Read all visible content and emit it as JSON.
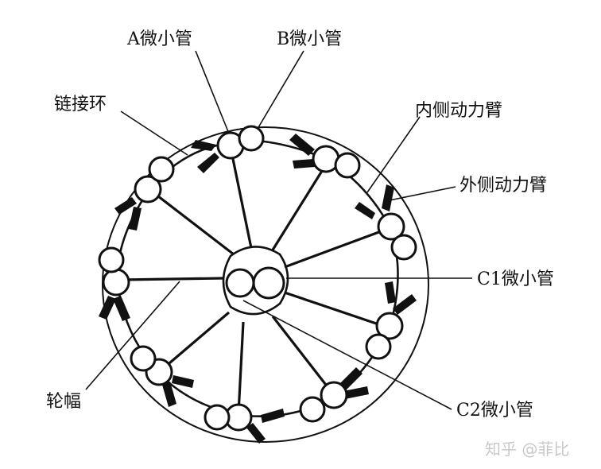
{
  "labels": {
    "a_tubule": "A微小管",
    "b_tubule": "B微小管",
    "nexin_link": "链接环",
    "inner_dynein_arm": "内侧动力臂",
    "outer_dynein_arm": "外侧动力臂",
    "c1_tubule": "C1微小管",
    "radial_spoke": "轮幅",
    "c2_tubule": "C2微小管"
  },
  "watermark": "知乎 @菲比"
}
